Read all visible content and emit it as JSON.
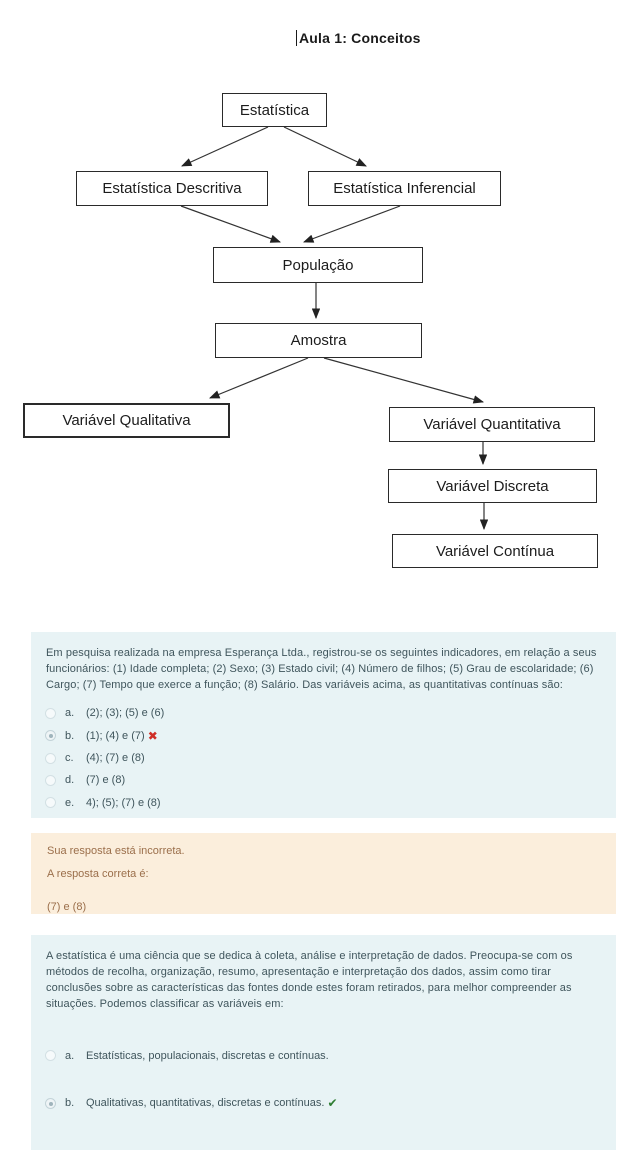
{
  "doc": {
    "title": "Aula 1: Conceitos"
  },
  "flowchart": {
    "nodes": {
      "estatistica": {
        "label": "Estatística"
      },
      "descritiva": {
        "label": "Estatística Descritiva"
      },
      "inferencial": {
        "label": "Estatística Inferencial"
      },
      "populacao": {
        "label": "População"
      },
      "amostra": {
        "label": "Amostra"
      },
      "qualitativa": {
        "label": "Variável Qualitativa"
      },
      "quantitativa": {
        "label": "Variável Quantitativa"
      },
      "discreta": {
        "label": "Variável Discreta"
      },
      "continua": {
        "label": "Variável Contínua"
      }
    }
  },
  "question1": {
    "text": "Em pesquisa realizada na empresa Esperança Ltda., registrou-se os seguintes indicadores, em relação a seus funcionários: (1) Idade completa; (2) Sexo; (3) Estado civil; (4) Número de filhos; (5) Grau de escolaridade; (6) Cargo; (7) Tempo que exerce a função; (8) Salário. Das variáveis acima, as quantitativas contínuas são:",
    "options": [
      {
        "letter": "a.",
        "text": "(2); (3); (5) e (6)"
      },
      {
        "letter": "b.",
        "text": "(1); (4) e (7)"
      },
      {
        "letter": "c.",
        "text": "(4); (7) e (8)"
      },
      {
        "letter": "d.",
        "text": "(7) e (8)"
      },
      {
        "letter": "e.",
        "text": "4); (5); (7) e (8)"
      }
    ],
    "incorrect_mark": "✖"
  },
  "feedback": {
    "line1": "Sua resposta está incorreta.",
    "line2": "A resposta correta é:",
    "answer": "(7) e (8)"
  },
  "question2": {
    "text": "A estatística é uma ciência que se dedica à coleta, análise e interpretação de dados. Preocupa-se com os métodos de recolha, organização, resumo, apresentação e interpretação dos dados, assim como tirar conclusões sobre as características das fontes donde estes foram retirados, para melhor compreender as situações. Podemos classificar as variáveis em:",
    "options": [
      {
        "letter": "a.",
        "text": "Estatísticas, populacionais, discretas e contínuas."
      },
      {
        "letter": "b.",
        "text": "Qualitativas, quantitativas, discretas e contínuas."
      }
    ],
    "correct_mark": "✔"
  },
  "colors": {
    "question_bg": "#e8f3f5",
    "question_text": "#3f555c",
    "feedback_bg": "#fbeedc",
    "feedback_text": "#9b6f4b",
    "incorrect_red": "#cf2e26",
    "correct_green": "#2e7d32"
  }
}
